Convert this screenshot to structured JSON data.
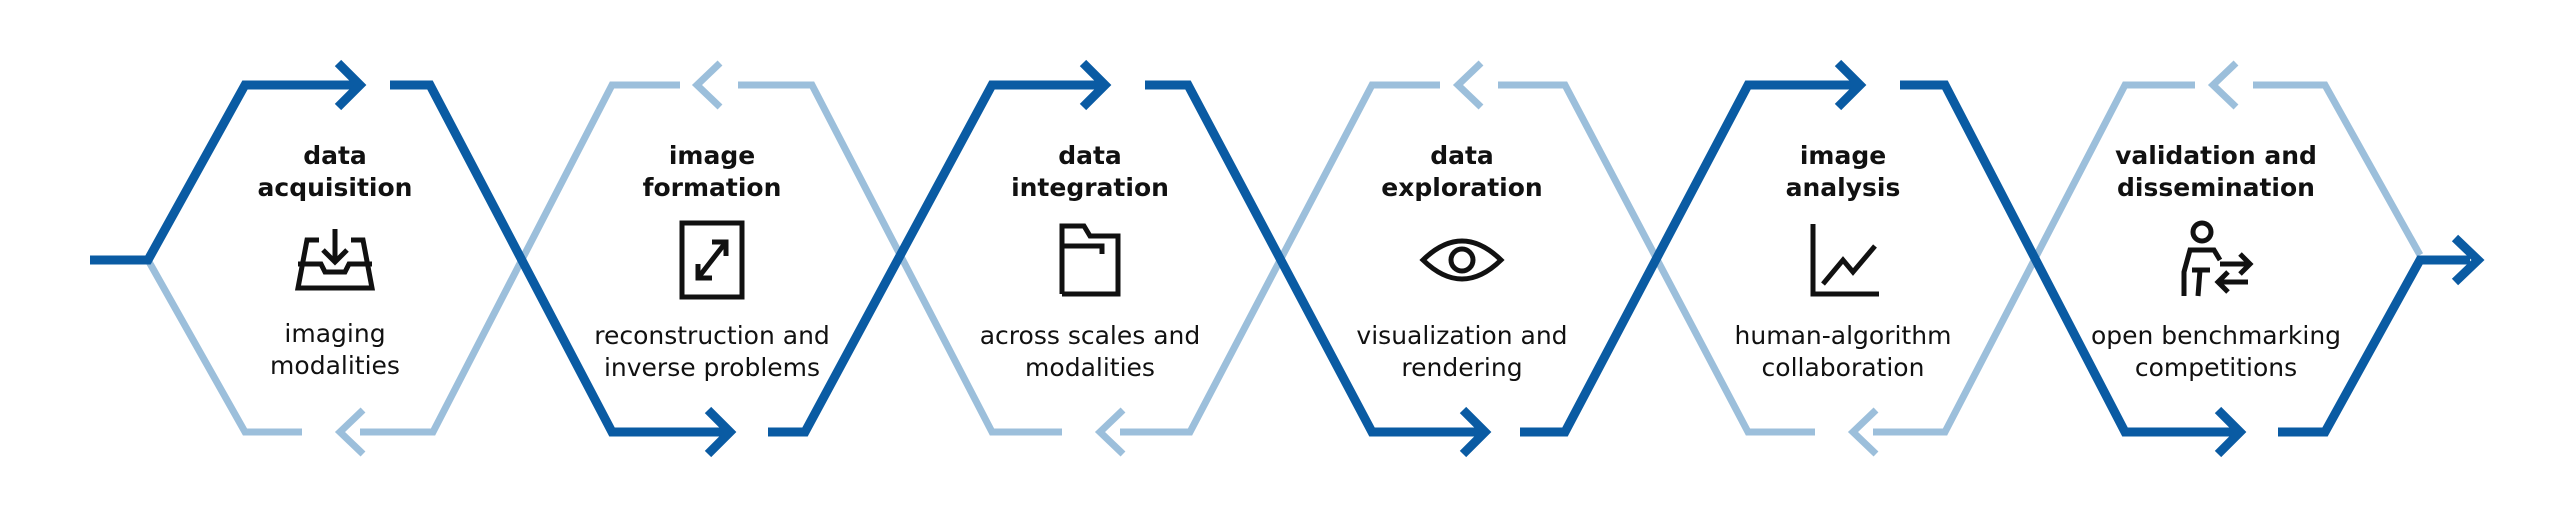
{
  "colors": {
    "dark": "#0a5ba3",
    "light": "#9cbfdb",
    "text": "#111111"
  },
  "stages": [
    {
      "title": "data\nacquisition",
      "icon": "inbox-download-icon",
      "description": "imaging\nmodalities"
    },
    {
      "title": "image\nformation",
      "icon": "expand-arrows-icon",
      "description": "reconstruction and\ninverse problems"
    },
    {
      "title": "data\nintegration",
      "icon": "folder-icon",
      "description": "across scales and\nmodalities"
    },
    {
      "title": "data\nexploration",
      "icon": "eye-icon",
      "description": "visualization and\nrendering"
    },
    {
      "title": "image\nanalysis",
      "icon": "line-chart-icon",
      "description": "human-algorithm\ncollaboration"
    },
    {
      "title": "validation and\ndissemination",
      "icon": "person-exchange-icon",
      "description": "open benchmarking\ncompetitions"
    }
  ]
}
